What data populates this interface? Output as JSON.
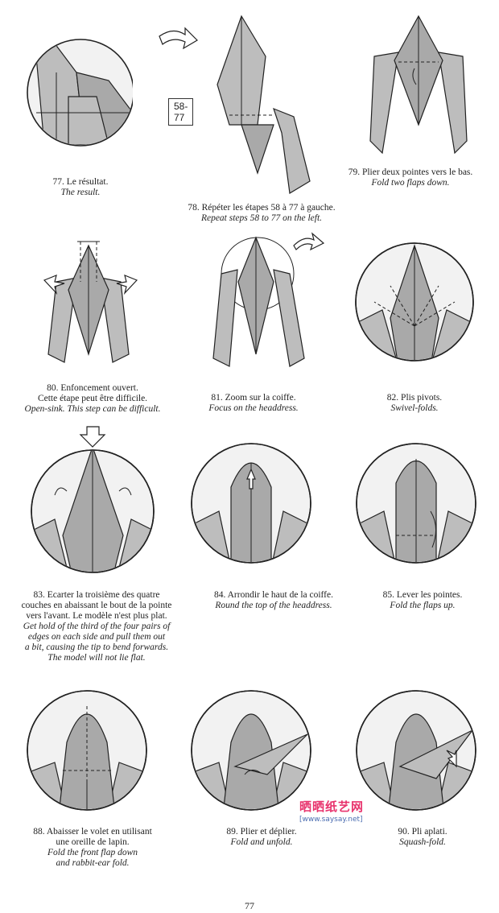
{
  "steps": [
    {
      "id": "77",
      "fr": "77. Le résultat.",
      "en": "The result."
    },
    {
      "id": "78",
      "fr": "78. Répéter les étapes 58 à 77 à gauche.",
      "en": "Repeat steps 58 to 77 on the left.",
      "tag": "58-77"
    },
    {
      "id": "79",
      "fr": "79. Plier deux pointes vers le bas.",
      "en": "Fold two flaps down."
    },
    {
      "id": "80",
      "fr": "80. Enfoncement ouvert.",
      "fr2": "Cette étape  peut être difficile.",
      "en": "Open-sink. This step can be difficult."
    },
    {
      "id": "81",
      "fr": "81. Zoom sur la coiffe.",
      "en": "Focus on the headdress."
    },
    {
      "id": "82",
      "fr": "82. Plis pivots.",
      "en": "Swivel-folds."
    },
    {
      "id": "83",
      "fr": "83. Ecarter la troisième des quatre",
      "fr2": "couches en abaissant le bout de la pointe",
      "fr3": "vers l'avant. Le modèle n'est plus plat.",
      "en": "Get hold of the third of the four pairs of",
      "en2": "edges on each side and pull them out",
      "en3": "a bit, causing the tip to bend forwards.",
      "en4": "The model will not lie flat."
    },
    {
      "id": "84",
      "fr": "84. Arrondir le haut de la coiffe.",
      "en": "Round the top of the headdress."
    },
    {
      "id": "85",
      "fr": "85. Lever les pointes.",
      "en": "Fold the flaps up."
    },
    {
      "id": "88",
      "fr": "88. Abaisser le volet en utilisant",
      "fr2": "une oreille de lapin.",
      "en": "Fold the front flap down",
      "en2": "and rabbit-ear fold."
    },
    {
      "id": "89",
      "fr": "89. Plier et déplier.",
      "en": "Fold and unfold."
    },
    {
      "id": "90",
      "fr": "90. Pli aplati.",
      "en": "Squash-fold."
    }
  ],
  "watermark": {
    "title": "晒晒纸艺网",
    "url": "[www.saysay.net]"
  },
  "page_number": "77"
}
